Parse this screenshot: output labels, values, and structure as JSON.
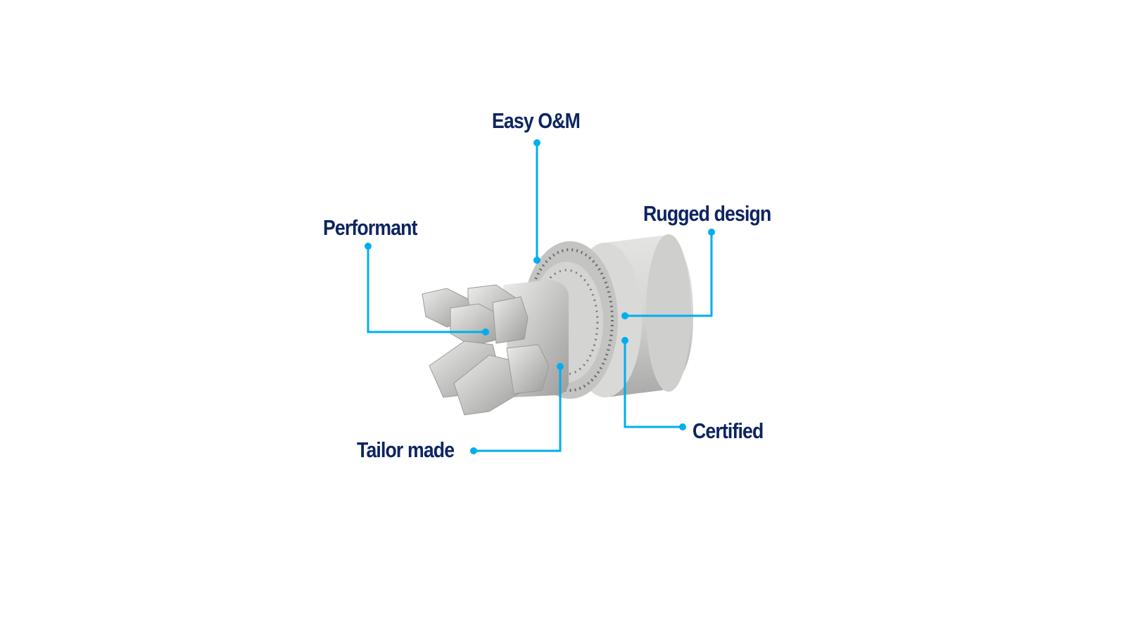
{
  "callouts": {
    "easy_om": "Easy O&M",
    "performant": "Performant",
    "rugged_design": "Rugged design",
    "certified": "Certified",
    "tailor_made": "Tailor made"
  },
  "colors": {
    "label": "#0d2461",
    "leader_line": "#00aeef"
  }
}
